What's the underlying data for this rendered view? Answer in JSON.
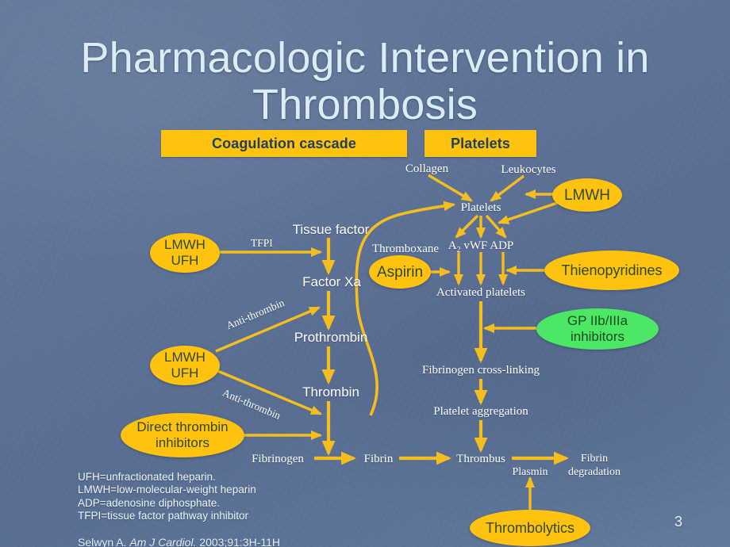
{
  "slide": {
    "title": "Pharmacologic Intervention in Thrombosis",
    "page_number": "3",
    "background_color": "#5d7498",
    "accent_gold": "#FFC20E",
    "accent_green": "#4CE764",
    "arrow_color": "#F5BE1E"
  },
  "headers": {
    "coagulation": "Coagulation cascade",
    "platelets": "Platelets"
  },
  "nodes": {
    "collagen": "Collagen",
    "leukocytes": "Leukocytes",
    "platelets": "Platelets",
    "tissue_factor": "Tissue factor",
    "thromboxane": "Thromboxane",
    "mediators": "A2 vWF ADP",
    "mediators_prefix": "A",
    "mediators_sub": "2",
    "mediators_suffix": " vWF ADP",
    "factor_xa": "Factor Xa",
    "activated_platelets": "Activated platelets",
    "prothrombin": "Prothrombin",
    "fibrinogen_cross_linking": "Fibrinogen cross-linking",
    "thrombin": "Thrombin",
    "platelet_aggregation": "Platelet aggregation",
    "fibrinogen": "Fibrinogen",
    "fibrin": "Fibrin",
    "thrombus": "Thrombus",
    "plasmin": "Plasmin",
    "fibrin_degradation_l1": "Fibrin",
    "fibrin_degradation_l2": "degradation"
  },
  "arrow_labels": {
    "tfpi": "TFPI",
    "anti_thrombin_upper": "Anti-thrombin",
    "anti_thrombin_lower": "Anti-thrombin"
  },
  "drugs": {
    "lmwh_top_right": "LMWH",
    "lmwh_ufh_upper_l1": "LMWH",
    "lmwh_ufh_upper_l2": "UFH",
    "lmwh_ufh_lower_l1": "LMWH",
    "lmwh_ufh_lower_l2": "UFH",
    "aspirin": "Aspirin",
    "thienopyridines": "Thienopyridines",
    "gp_inhibitors_l1": "GP IIb/IIIa",
    "gp_inhibitors_l2": "inhibitors",
    "direct_thrombin_l1": "Direct thrombin",
    "direct_thrombin_l2": "inhibitors",
    "thrombolytics": "Thrombolytics"
  },
  "legend": {
    "lines": "UFH=unfractionated heparin.\nLMWH=low-molecular-weight heparin\nADP=adenosine diphosphate.\nTFPI=tissue factor pathway inhibitor"
  },
  "citation": {
    "author": "Selwyn A. ",
    "journal": "Am J Cardiol.",
    "rest": " 2003;91:3H-11H"
  }
}
